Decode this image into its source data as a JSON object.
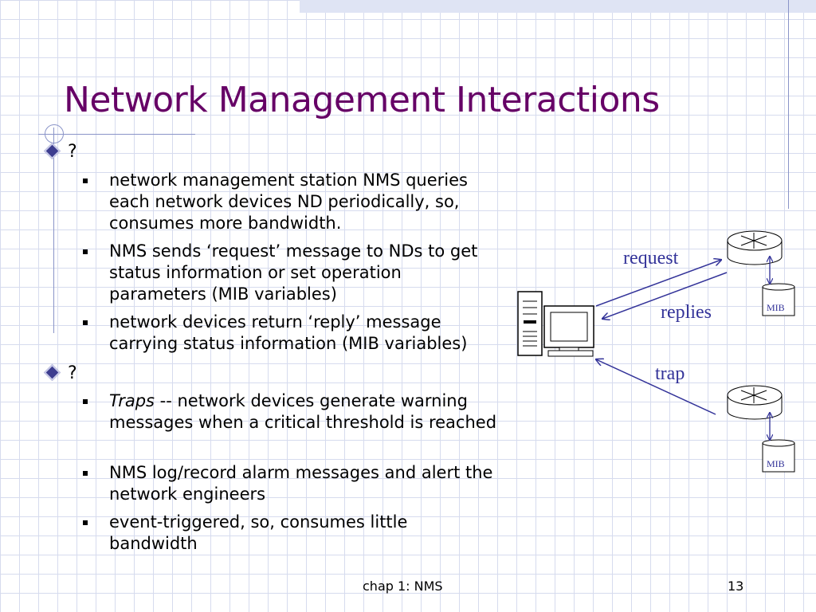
{
  "slide": {
    "title": "Network Management Interactions",
    "bullets": [
      {
        "label": "?",
        "items": [
          "network management station NMS queries each network devices ND periodically, so, consumes more bandwidth.",
          "NMS sends ‘request’ message to NDs to get status information or set operation parameters (MIB variables)",
          "network devices return ‘reply’ message carrying status information (MIB variables)"
        ]
      },
      {
        "label": "?",
        "items": [
          {
            "italic": "Traps",
            "rest": " -- network devices generate warning messages when a critical threshold is reached"
          },
          "NMS log/record alarm messages and alert the network engineers",
          "event-triggered, so, consumes little bandwidth"
        ]
      }
    ]
  },
  "diagram": {
    "request_label": "request",
    "replies_label": "replies",
    "trap_label": "trap",
    "mib_label_top": "MIB",
    "mib_label_bottom": "MIB",
    "line_color": "#333399"
  },
  "footer": {
    "center": "chap 1: NMS",
    "page_number": "13"
  },
  "colors": {
    "title": "#660066",
    "grid": "#d6dbee",
    "accent": "#8a94c8"
  }
}
